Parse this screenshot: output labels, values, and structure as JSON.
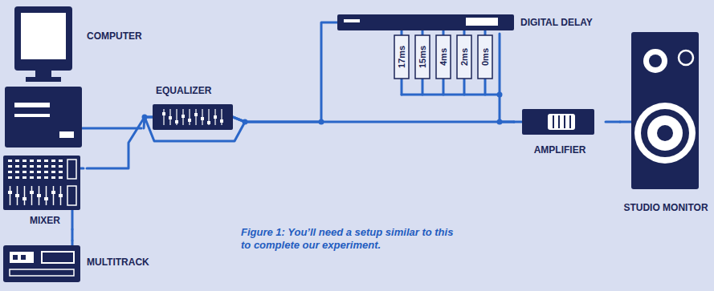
{
  "diagram": {
    "caption": "Figure 1: You’ll need a setup similar to this to complete our experiment.",
    "nodes": [
      {
        "text": [
          "COMPUTER"
        ]
      },
      {
        "text": [
          "EQUALIZER"
        ]
      },
      {
        "text": [
          "DIGITAL DELAY"
        ]
      },
      {
        "text": [
          "MIXER"
        ]
      },
      {
        "text": [
          "MULTITRACK"
        ]
      },
      {
        "text": [
          "AMPLIFIER"
        ]
      },
      {
        "text": [
          "STUDIO MONITOR"
        ]
      }
    ],
    "edges": [
      {
        "from": 0,
        "to": 1,
        "arrow": "none"
      },
      {
        "from": 3,
        "to": 1,
        "arrow": "none"
      },
      {
        "from": 4,
        "to": 3,
        "arrow": "none"
      },
      {
        "from": 1,
        "to": 2,
        "arrow": "none"
      },
      {
        "from": 2,
        "to": 5,
        "arrow": "none"
      },
      {
        "from": 1,
        "to": 5,
        "arrow": "none"
      },
      {
        "from": 5,
        "to": 6,
        "arrow": "none"
      }
    ],
    "labels": [
      "17ms",
      "15ms",
      "4ms",
      "2ms",
      "0ms"
    ]
  }
}
